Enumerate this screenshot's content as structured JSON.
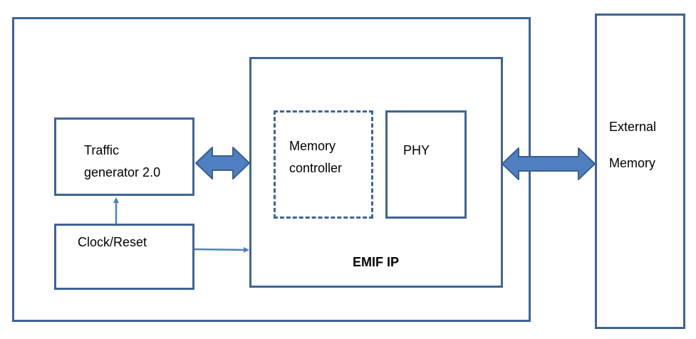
{
  "diagram": {
    "traffic_generator": {
      "line1": "Traffic",
      "line2": "generator 2.0"
    },
    "clock_reset": "Clock/Reset",
    "memory_controller": {
      "line1": "Memory",
      "line2": "controller"
    },
    "phy": "PHY",
    "emif_ip": "EMIF IP",
    "external_memory": {
      "line1": "External",
      "line2": "Memory"
    }
  },
  "colors": {
    "border": "#3f6496",
    "arrow_fill": "#4f7fc0",
    "arrow_stroke": "#3a5f8e"
  }
}
